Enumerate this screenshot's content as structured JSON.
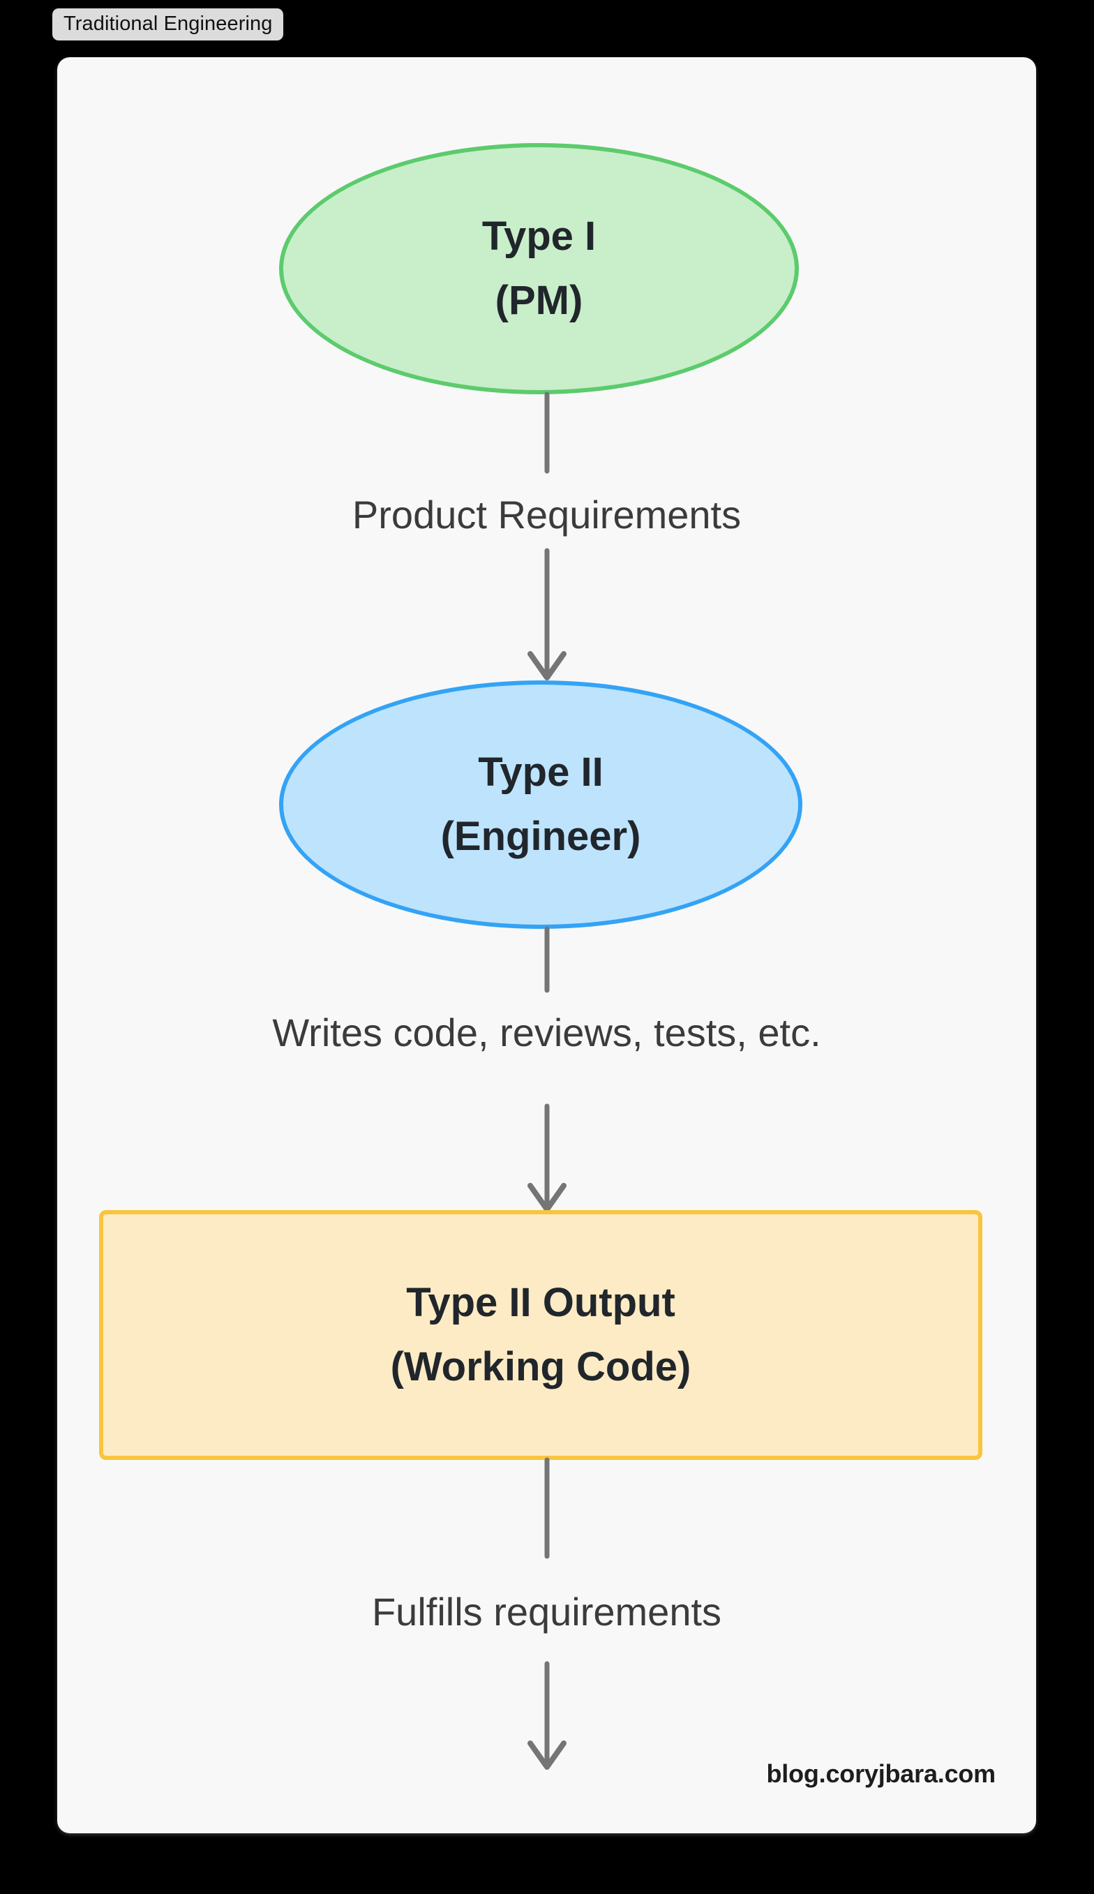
{
  "title_chip": {
    "label": "Traditional Engineering"
  },
  "diagram": {
    "type": "flowchart",
    "direction": "top-to-bottom",
    "nodes": [
      {
        "id": "type1",
        "shape": "ellipse",
        "line1": "Type I",
        "line2": "(PM)",
        "fill": "#c9eeca",
        "stroke": "#5ccb6d"
      },
      {
        "id": "type2",
        "shape": "ellipse",
        "line1": "Type II",
        "line2": "(Engineer)",
        "fill": "#bee3fd",
        "stroke": "#33a3f5"
      },
      {
        "id": "type2output",
        "shape": "rectangle",
        "line1": "Type II Output",
        "line2": "(Working Code)",
        "fill": "#fcebc4",
        "stroke": "#f8c53e"
      }
    ],
    "edges": [
      {
        "id": "e1",
        "from": "type1",
        "to": "type2",
        "label": "Product Requirements"
      },
      {
        "id": "e2",
        "from": "type2",
        "to": "type2output",
        "label": "Writes code, reviews, tests, etc."
      },
      {
        "id": "e3",
        "from": "type2output",
        "to": "",
        "label": "Fulfills requirements"
      }
    ],
    "arrow_color": "#757575",
    "label_color": "#3b3b3b",
    "canvas_background": "#f8f8f8",
    "page_background": "#000000"
  },
  "watermark": {
    "text": "blog.coryjbara.com"
  }
}
